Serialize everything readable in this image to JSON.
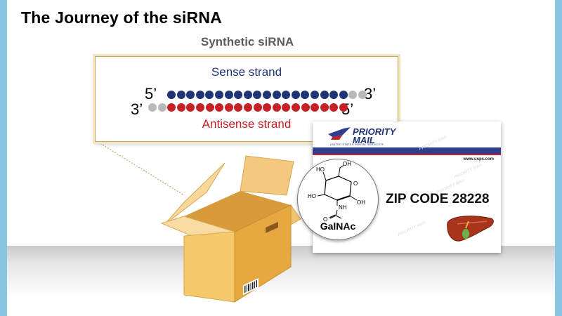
{
  "slide": {
    "title": "The Journey of the siRNA",
    "subtitle": "Synthetic siRNA"
  },
  "sirna": {
    "sense_label": "Sense strand",
    "antisense_label": "Antisense strand",
    "sense_5prime": "5’",
    "sense_3prime": "3’",
    "antisense_3prime": "3’",
    "antisense_5prime": "5’",
    "sense_color": "#1f3477",
    "antisense_color": "#c62026",
    "overhang_color": "#b9b9b9",
    "sense_paired_count": 19,
    "sense_overhang_count": 2,
    "antisense_overhang_count": 2,
    "antisense_paired_count": 19
  },
  "galnac": {
    "label": "GalNAc",
    "atoms": {
      "ho1": "HO",
      "oh1": "OH",
      "o": "O",
      "ho2": "HO",
      "nh": "NH",
      "oh2": "OH",
      "o2": "O"
    }
  },
  "mail_card": {
    "brand_line1": "PRIORITY",
    "brand_line2": "MAIL",
    "brand_small": "UNITED STATES POSTAL SERVICE ®",
    "url": "www.usps.com",
    "watermark": "PRIORITY MAIL",
    "zip_text": "ZIP CODE 28228",
    "header_color": "#2f3f8e",
    "stripe_color": "#c62026"
  }
}
